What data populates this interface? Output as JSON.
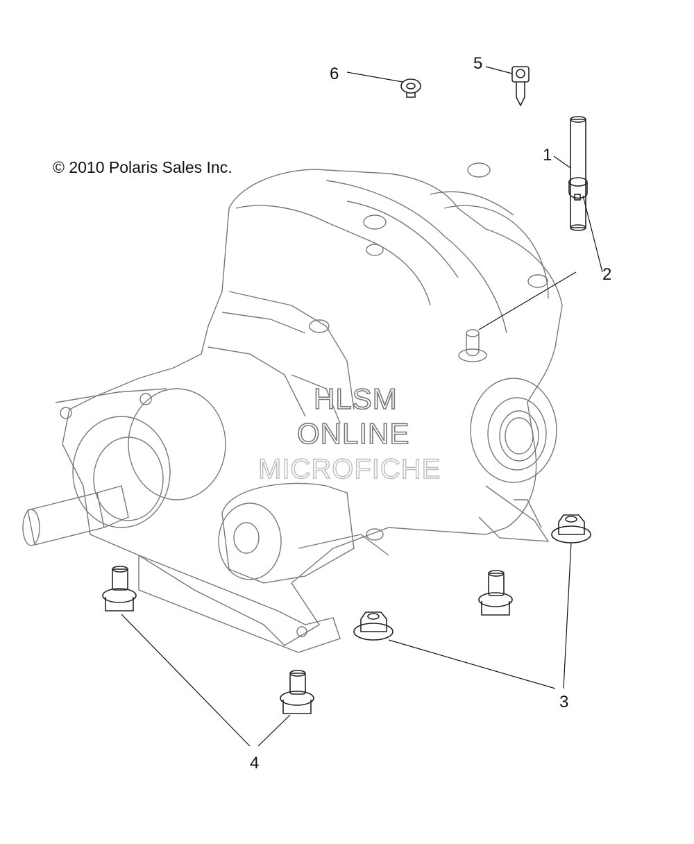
{
  "copyright": "© 2010 Polaris Sales Inc.",
  "watermark": {
    "line1": "HLSM",
    "line2": "ONLINE",
    "line3": "MICROFICHE"
  },
  "callouts": [
    {
      "id": "1",
      "label": "1"
    },
    {
      "id": "2",
      "label": "2"
    },
    {
      "id": "3",
      "label": "3"
    },
    {
      "id": "4",
      "label": "4"
    },
    {
      "id": "5",
      "label": "5"
    },
    {
      "id": "6",
      "label": "6"
    }
  ]
}
